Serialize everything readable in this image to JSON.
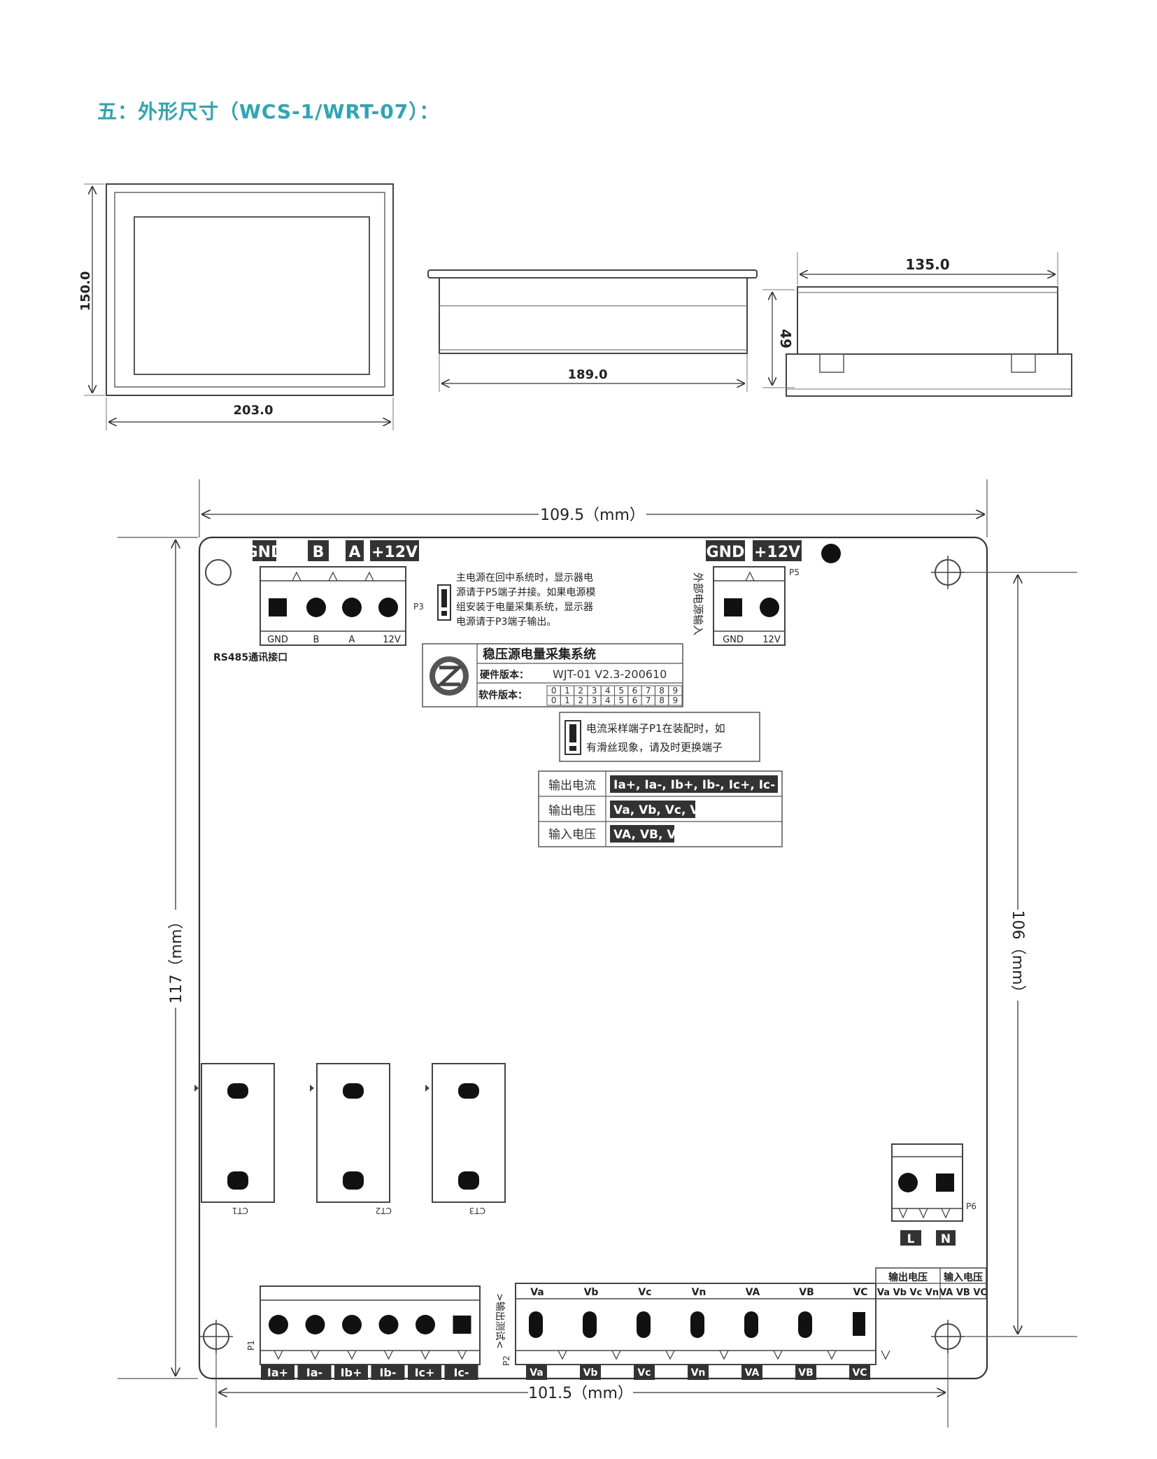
{
  "title": "五：外形尺寸（WCS-1/WRT-07）：",
  "top_views": {
    "front_width": "203.0",
    "front_height": "150.0",
    "top_width": "189.0",
    "side_width": "135.0",
    "side_height": "49"
  },
  "board": {
    "width": "109.5（mm）",
    "height": "117（mm）",
    "hole_v": "106（mm）",
    "hole_h": "101.5（mm）",
    "p3": {
      "header": [
        "GND",
        "B",
        "A",
        "+12V"
      ],
      "pins": [
        "GND",
        "B",
        "A",
        "12V"
      ],
      "ref": "P3",
      "caption": "RS485通讯接口"
    },
    "p5": {
      "header": [
        "GND",
        "+12V"
      ],
      "pins": [
        "GND",
        "12V"
      ],
      "ref": "P5",
      "side_label": "外部电源输入"
    },
    "note1": [
      "主电源在回中系统时，显示器电",
      "源请于P5端子并接。如果电源模",
      "组安装于电量采集系统，显示器",
      "电源请于P3端子输出。"
    ],
    "label_box": {
      "title": "稳压源电量采集系统",
      "hw_label": "硬件版本：",
      "hw_value": "WJT-01  V2.3-200610",
      "sw_label": "软件版本：",
      "digits": [
        "0",
        "1",
        "2",
        "3",
        "4",
        "5",
        "6",
        "7",
        "8",
        "9"
      ]
    },
    "note2": [
      "电流采样端子P1在装配时，如",
      "有滑丝现象，请及时更换端子"
    ],
    "table": [
      {
        "label": "输出电流",
        "value": "Ia+, Ia-, Ib+, Ib-, Ic+, Ic-"
      },
      {
        "label": "输出电压",
        "value": "Va, Vb, Vc, Vn"
      },
      {
        "label": "输入电压",
        "value": "VA, VB, VC"
      }
    ],
    "ct": [
      "CT1",
      "CT2",
      "CT3"
    ],
    "p6": {
      "ref": "P6",
      "labels": [
        "L",
        "N"
      ]
    },
    "p1": {
      "ref": "P1",
      "labels": [
        "Ia+",
        "Ia-",
        "Ib+",
        "Ib-",
        "Ic+",
        "Ic-"
      ]
    },
    "p2": {
      "ref": "P2",
      "side_label": ">输出测试<",
      "top_labels": [
        "Va",
        "Vb",
        "Vc",
        "Vn",
        "VA",
        "VB",
        "VC"
      ],
      "bottom_labels": [
        "Va",
        "Vb",
        "Vc",
        "Vn",
        "VA",
        "VB",
        "VC"
      ]
    },
    "corner_table": {
      "h1": "输出电压",
      "h2": "输入电压",
      "r1": "Va Vb Vc Vn",
      "r2": "VA VB VC"
    }
  }
}
